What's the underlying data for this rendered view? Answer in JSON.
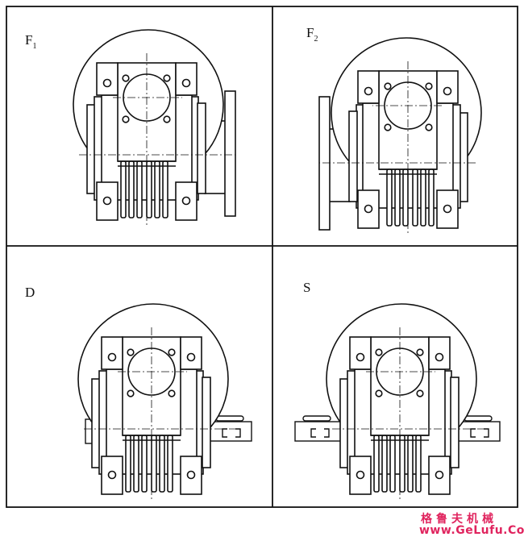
{
  "panels": {
    "f1": {
      "label": "F",
      "sub": "1"
    },
    "f2": {
      "label": "F",
      "sub": "2"
    },
    "d": {
      "label": "D"
    },
    "s": {
      "label": "S"
    }
  },
  "watermark": {
    "chinese": "格鲁夫机械",
    "url": "www.GeLufu.Com",
    "color": "#e0245e"
  }
}
